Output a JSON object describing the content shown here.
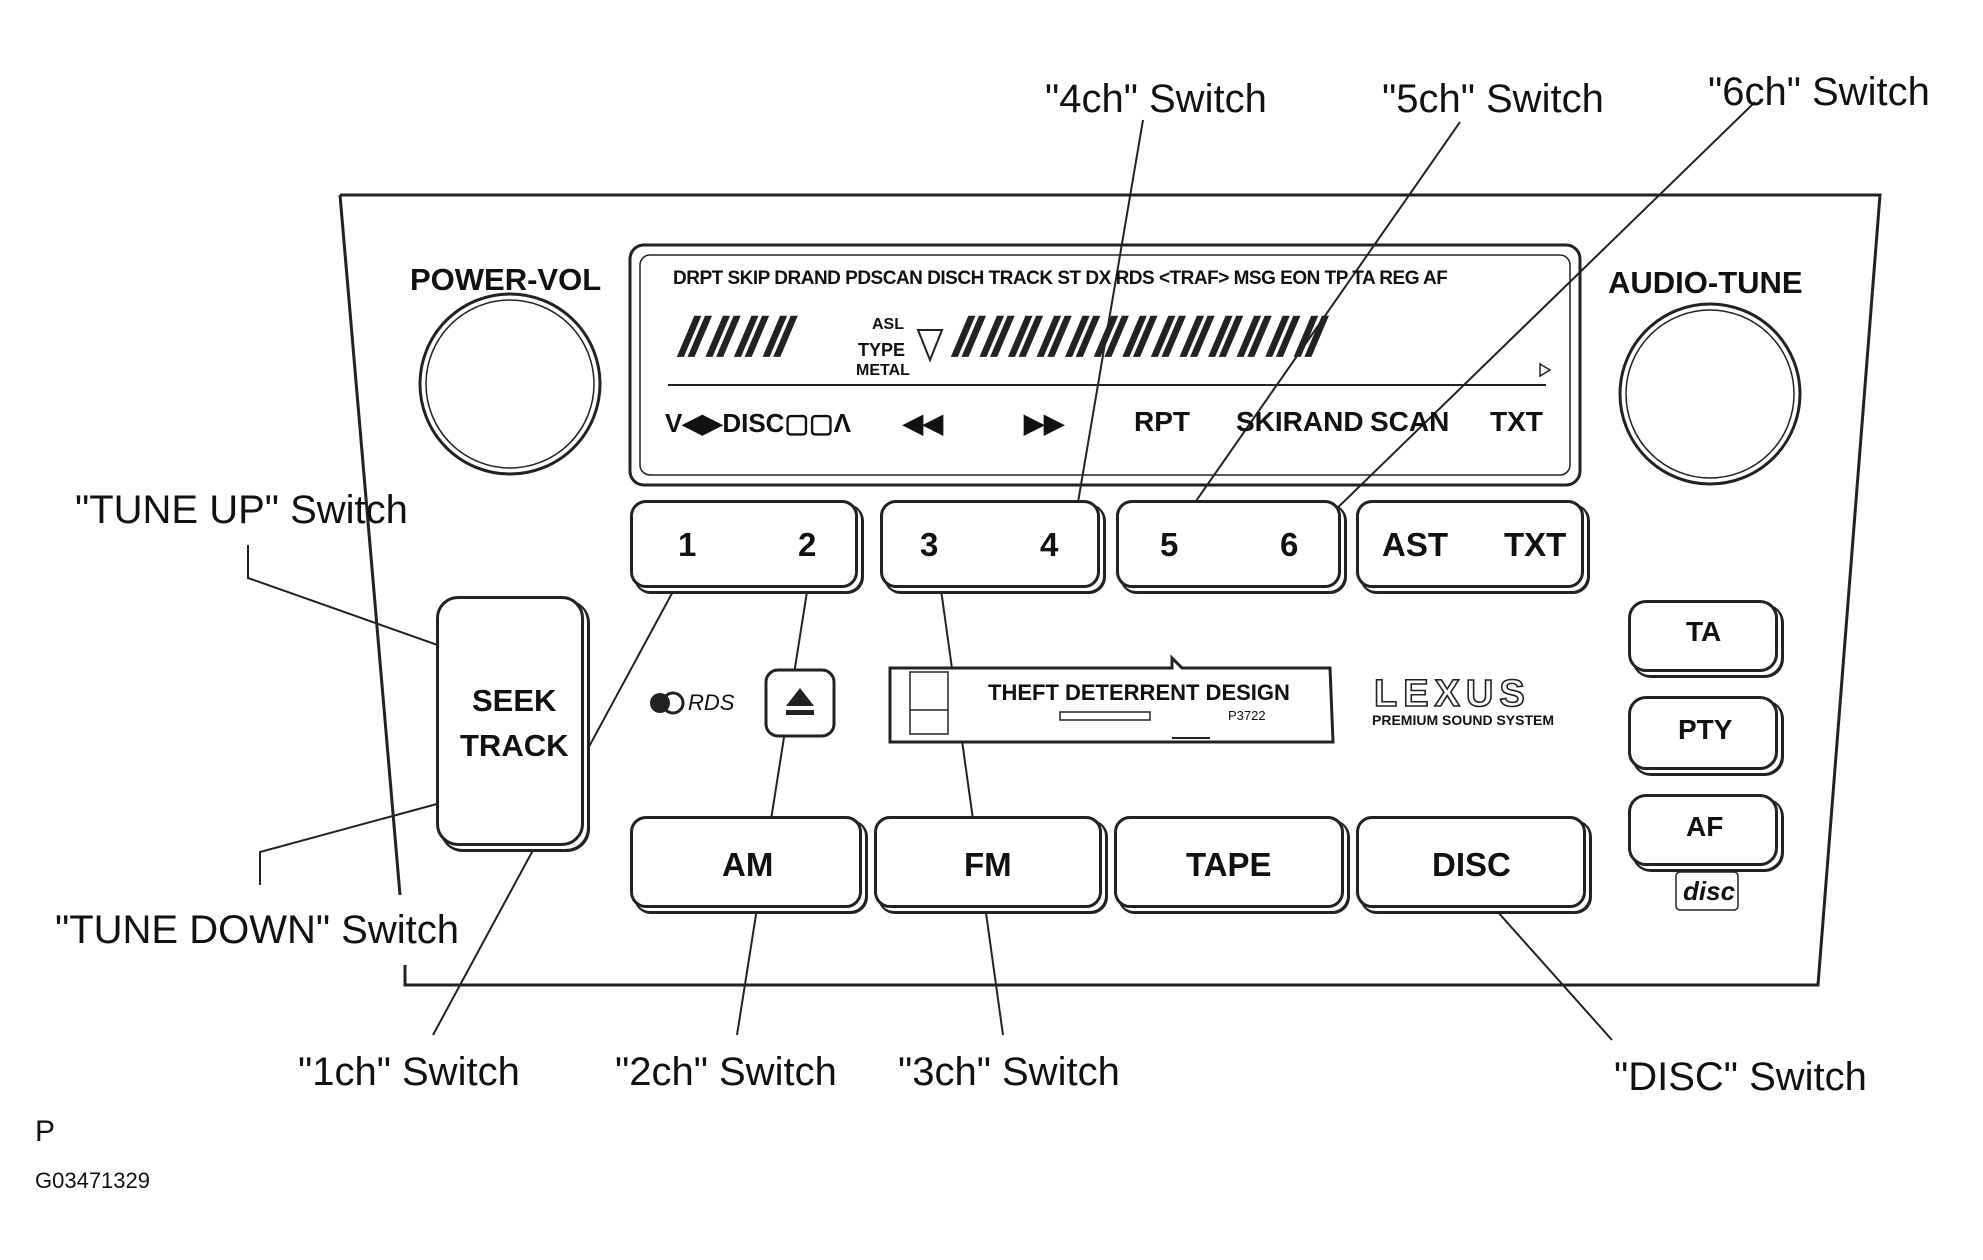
{
  "callouts": {
    "ch4": "\"4ch\" Switch",
    "ch5": "\"5ch\" Switch",
    "ch6": "\"6ch\" Switch",
    "tune_up": "\"TUNE UP\" Switch",
    "tune_down": "\"TUNE DOWN\" Switch",
    "ch1": "\"1ch\" Switch",
    "ch2": "\"2ch\" Switch",
    "ch3": "\"3ch\" Switch",
    "disc": "\"DISC\" Switch"
  },
  "knobs": {
    "left": "POWER-VOL",
    "right": "AUDIO-TUNE"
  },
  "display": {
    "indicators_top": "DRPT SKIP DRAND PDSCAN  DISCH  TRACK  ST DX RDS <TRAF> MSG EON TP TA REG AF",
    "asl": "ASL",
    "type": "TYPE",
    "metal": "METAL",
    "seg_left": "ⅡⅡⅡⅡ",
    "seg_main": "ⅡⅡⅡⅡⅡⅡⅡⅡⅡⅡⅡⅡⅡ",
    "indicators_bottom": {
      "disc_nav": "V◀▶DISC▢▢Λ",
      "rew": "◀◀",
      "ff": "▶▶",
      "rpt": "RPT",
      "skirand": "SKIRAND",
      "scan": "SCAN",
      "txt": "TXT"
    }
  },
  "preset_buttons": [
    {
      "left": "1",
      "right": "2"
    },
    {
      "left": "3",
      "right": "4"
    },
    {
      "left": "5",
      "right": "6"
    },
    {
      "left": "AST",
      "right": "TXT"
    }
  ],
  "seek": {
    "line1": "SEEK",
    "line2": "TRACK"
  },
  "rds_logo": "RDS",
  "cassette": {
    "title": "THEFT DETERRENT DESIGN",
    "code": "P3722"
  },
  "brand": {
    "logo": "LEXUS",
    "subtitle": "PREMIUM SOUND SYSTEM"
  },
  "side_buttons": [
    "TA",
    "PTY",
    "AF"
  ],
  "source_buttons": [
    "AM",
    "FM",
    "TAPE",
    "DISC"
  ],
  "disc_logo": "disc",
  "footer": {
    "letter": "P",
    "code": "G03471329"
  }
}
